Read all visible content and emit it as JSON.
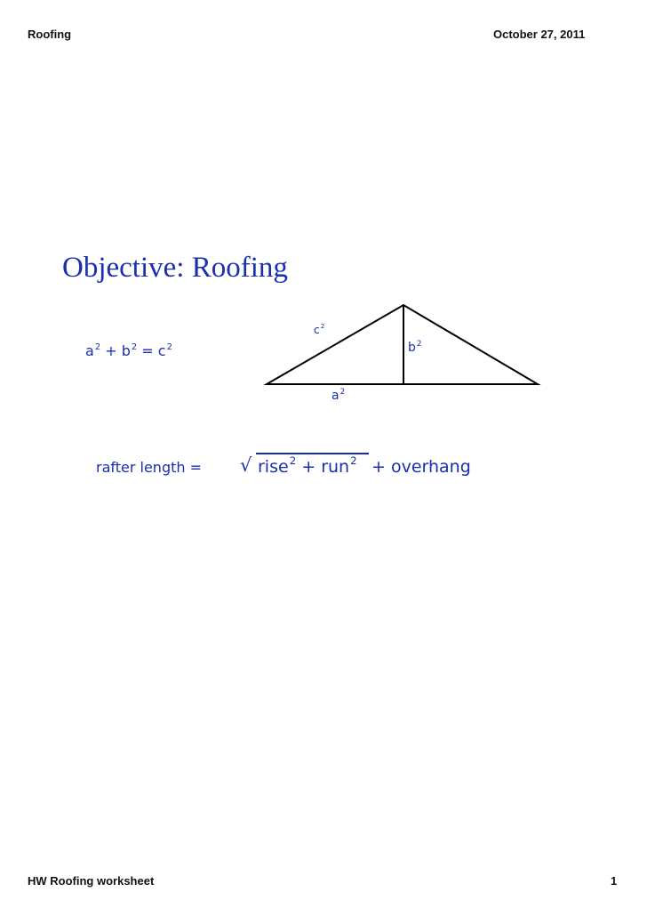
{
  "header": {
    "title": "Roofing",
    "date": "October 27, 2011"
  },
  "footer": {
    "title": "HW Roofing worksheet",
    "page_number": "1"
  },
  "content": {
    "objective": "Objective: Roofing",
    "pythagorean": {
      "a": "a",
      "b": "b",
      "c": "c",
      "exponent": "2",
      "plus": "+",
      "equals": "="
    },
    "triangle_labels": {
      "hypotenuse": "c",
      "height": "b",
      "base": "a",
      "exponent": "2"
    },
    "rafter_formula": {
      "label": "rafter length =",
      "sqrt_symbol": "√",
      "rise": "rise",
      "run": "run",
      "exponent": "2",
      "plus": "+",
      "overhang": "+ overhang"
    }
  },
  "colors": {
    "ink": "#1a2fb0",
    "text": "#111111",
    "line": "#000000"
  }
}
